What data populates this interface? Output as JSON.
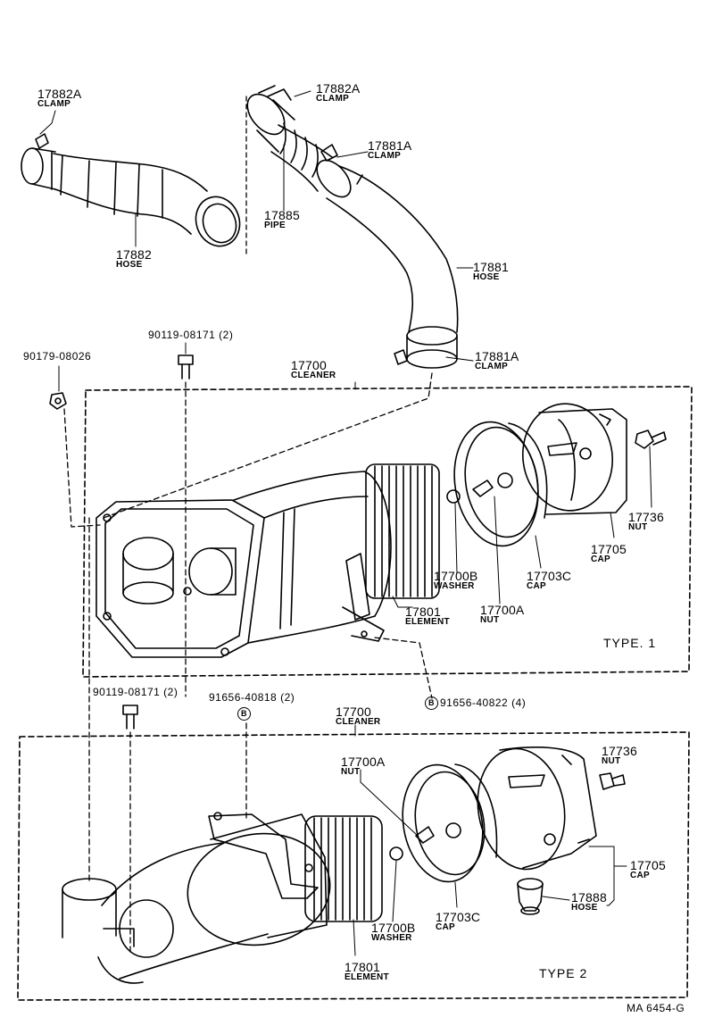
{
  "parts": [
    {
      "id": "p1",
      "number": "17882A",
      "name": "CLAMP"
    },
    {
      "id": "p2",
      "number": "17882",
      "name": "HOSE"
    },
    {
      "id": "p3",
      "number": "17882A",
      "name": "CLAMP"
    },
    {
      "id": "p4",
      "number": "17881A",
      "name": "CLAMP"
    },
    {
      "id": "p5",
      "number": "17885",
      "name": "PIPE"
    },
    {
      "id": "p6",
      "number": "17881",
      "name": "HOSE"
    },
    {
      "id": "p7",
      "number": "17881A",
      "name": "CLAMP"
    },
    {
      "id": "p8",
      "number": "90119-08171 (2)",
      "name": ""
    },
    {
      "id": "p9",
      "number": "90179-08026",
      "name": ""
    },
    {
      "id": "p10",
      "number": "17700",
      "name": "CLEANER"
    },
    {
      "id": "p11",
      "number": "17736",
      "name": "NUT"
    },
    {
      "id": "p12",
      "number": "17705",
      "name": "CAP"
    },
    {
      "id": "p13",
      "number": "17703C",
      "name": "CAP"
    },
    {
      "id": "p14",
      "number": "17700B",
      "name": "WASHER"
    },
    {
      "id": "p15",
      "number": "17700A",
      "name": "NUT"
    },
    {
      "id": "p16",
      "number": "17801",
      "name": "ELEMENT"
    },
    {
      "id": "p17",
      "number": "90119-08171 (2)",
      "name": ""
    },
    {
      "id": "p18",
      "number": "91656-40818 (2)",
      "name": ""
    },
    {
      "id": "p19",
      "number": "91656-40822 (4)",
      "name": ""
    },
    {
      "id": "p20",
      "number": "17700",
      "name": "CLEANER"
    },
    {
      "id": "p21",
      "number": "17700A",
      "name": "NUT"
    },
    {
      "id": "p22",
      "number": "17736",
      "name": "NUT"
    },
    {
      "id": "p23",
      "number": "17705",
      "name": "CAP"
    },
    {
      "id": "p24",
      "number": "17888",
      "name": "HOSE"
    },
    {
      "id": "p25",
      "number": "17703C",
      "name": "CAP"
    },
    {
      "id": "p26",
      "number": "17700B",
      "name": "WASHER"
    },
    {
      "id": "p27",
      "number": "17801",
      "name": "ELEMENT"
    }
  ],
  "circle_marker": "B",
  "type1_label": "TYPE. 1",
  "type2_label": "TYPE  2",
  "diagram_code": "MA  6454-G"
}
